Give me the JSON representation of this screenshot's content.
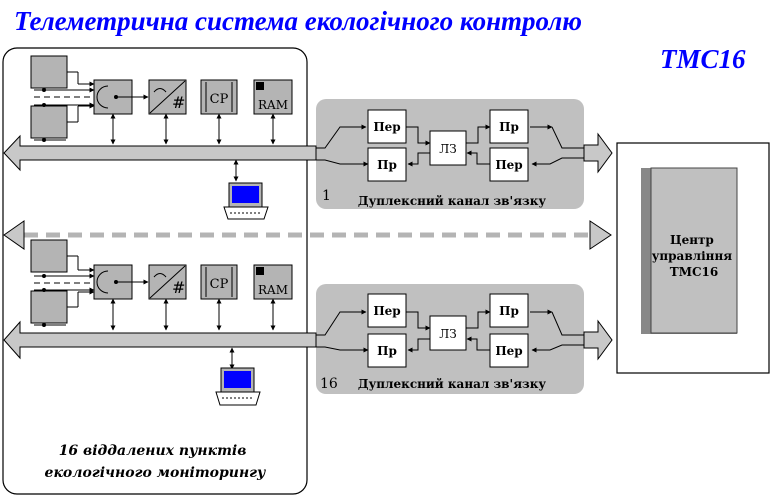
{
  "title": "Телеметрична система екологічного контролю",
  "subtitle": "ТМС16",
  "remote_points_label": [
    "16 віддалених пунктів",
    "екологічного моніторингу"
  ],
  "center": {
    "label": [
      "Центр",
      "управління",
      "ТМС16"
    ]
  },
  "channels": [
    {
      "number": "1",
      "label": "Дуплексний канал зв'язку"
    },
    {
      "number": "16",
      "label": "Дуплексний канал зв'язку"
    }
  ],
  "blocks": {
    "transmitter": "Пер",
    "receiver": "Пр",
    "delay_line": "ЛЗ",
    "cpu": "CP",
    "ram": "RAM",
    "adc": "#"
  },
  "colors": {
    "title": "#0000ff",
    "panel": "#c0c0c0",
    "bus": "#c8c8c8",
    "module": "#b4b4b4",
    "screen": "#0000ff",
    "dashed_bus": "#b4b4b4"
  }
}
